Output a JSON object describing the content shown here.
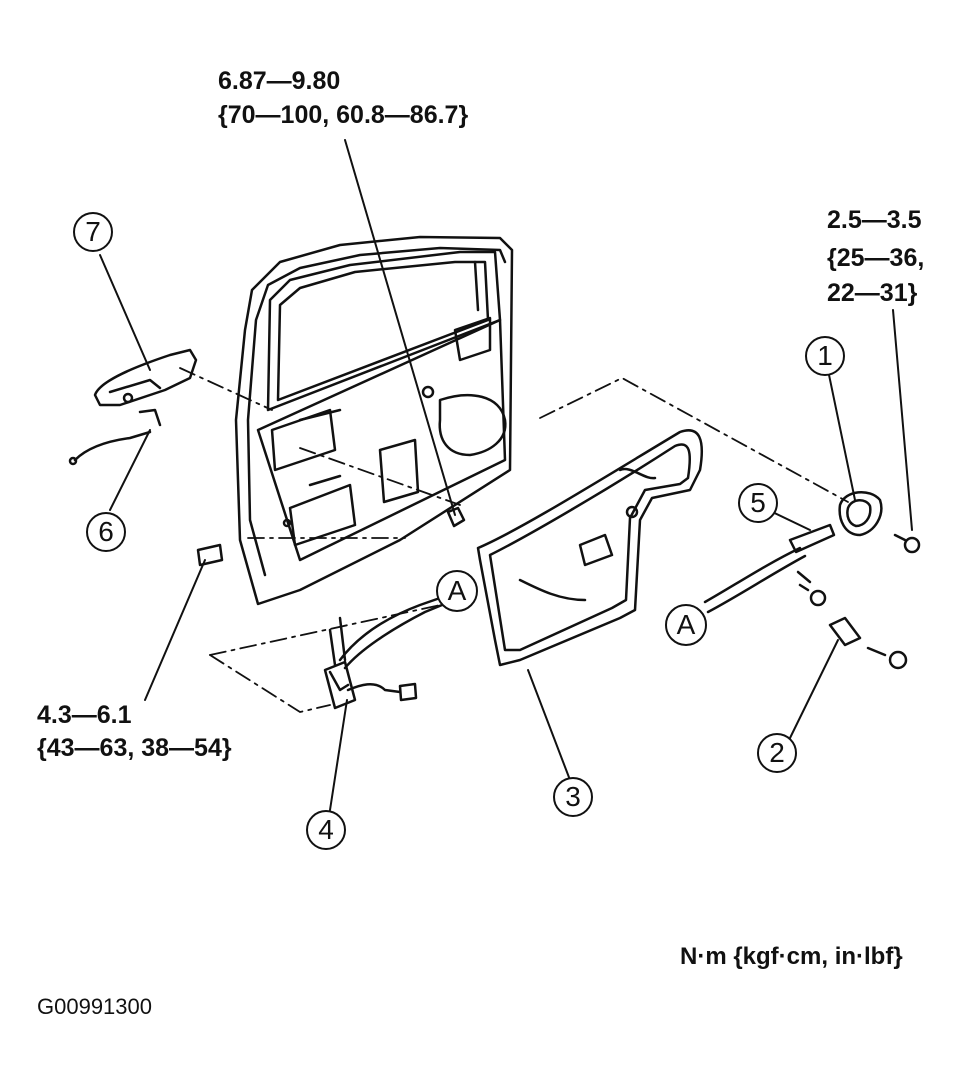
{
  "torques": {
    "center_line1": "6.87—9.80",
    "center_line2": "{70—100, 60.8—86.7}",
    "right_line1": "2.5—3.5",
    "right_line2": "{25—36,",
    "right_line3": "22—31}",
    "left_line1": "4.3—6.1",
    "left_line2": "{43—63, 38—54}"
  },
  "callouts": {
    "c1": "1",
    "c2": "2",
    "c3": "3",
    "c4": "4",
    "c5": "5",
    "c6": "6",
    "c7": "7",
    "a_left": "A",
    "a_right": "A"
  },
  "units": "N·m {kgf·cm, in·lbf}",
  "figure_code": "G00991300",
  "colors": {
    "ink": "#111111",
    "background": "#ffffff"
  }
}
